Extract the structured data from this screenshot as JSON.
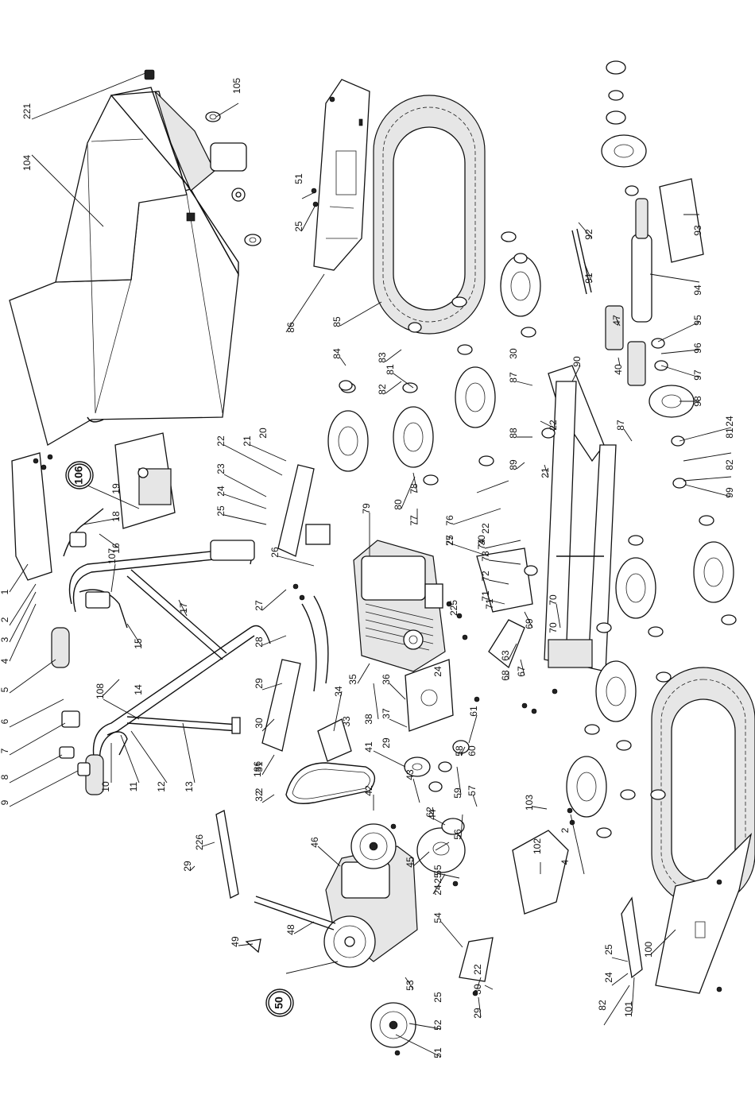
{
  "labels": [
    "221",
    "104",
    "105",
    "106",
    "1",
    "2",
    "3",
    "4",
    "5",
    "6",
    "7",
    "8",
    "9",
    "10",
    "11",
    "12",
    "13",
    "14",
    "15",
    "16",
    "17",
    "18",
    "19",
    "107",
    "108",
    "186",
    "20",
    "21",
    "22",
    "23",
    "24",
    "25",
    "26",
    "27",
    "28",
    "29",
    "30",
    "31",
    "32",
    "33",
    "34",
    "35",
    "36",
    "37",
    "38",
    "41",
    "42",
    "43",
    "44",
    "45",
    "46",
    "48",
    "49",
    "50",
    "51",
    "52",
    "53",
    "54",
    "55",
    "56",
    "57",
    "58",
    "59",
    "60",
    "61",
    "62",
    "63",
    "67",
    "68",
    "69",
    "70",
    "71",
    "72",
    "73",
    "74",
    "75",
    "76",
    "77",
    "78",
    "79",
    "80",
    "81",
    "82",
    "83",
    "84",
    "85",
    "86",
    "87",
    "88",
    "89",
    "90",
    "91",
    "92",
    "93",
    "94",
    "95",
    "96",
    "97",
    "98",
    "99",
    "100",
    "101",
    "102",
    "103",
    "40",
    "47",
    "225",
    "226"
  ],
  "circled_labels": [
    "106",
    "50"
  ]
}
